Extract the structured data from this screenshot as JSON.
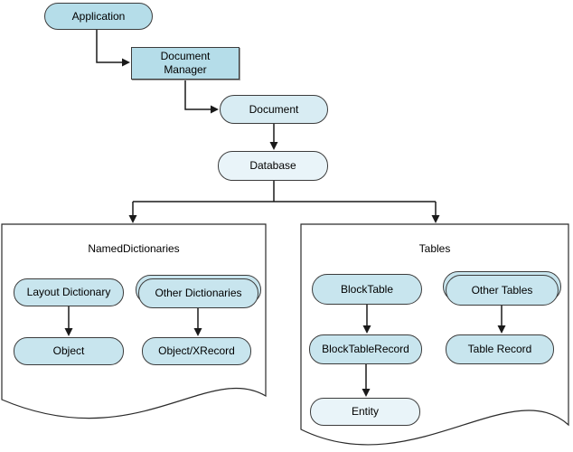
{
  "diagram": {
    "nodes": {
      "application": "Application",
      "document_manager": "Document Manager",
      "document": "Document",
      "database": "Database"
    },
    "named_dictionaries": {
      "title": "NamedDictionaries",
      "layout_dictionary": "Layout Dictionary",
      "other_dictionaries": "Other Dictionaries",
      "object": "Object",
      "object_xrecord": "Object/XRecord"
    },
    "tables": {
      "title": "Tables",
      "block_table": "BlockTable",
      "other_tables": "Other Tables",
      "block_table_record": "BlockTableRecord",
      "table_record": "Table Record",
      "entity": "Entity"
    },
    "colors": {
      "node_fill_strong": "#b5dde9",
      "node_fill_medium": "#c8e5ee",
      "node_fill_light": "#d8ecf3",
      "node_fill_pale": "#e9f4f9",
      "node_border": "#3c3c3c",
      "connector": "#1a1a1a",
      "container_border": "#2b2b2b",
      "background": "#ffffff"
    }
  }
}
